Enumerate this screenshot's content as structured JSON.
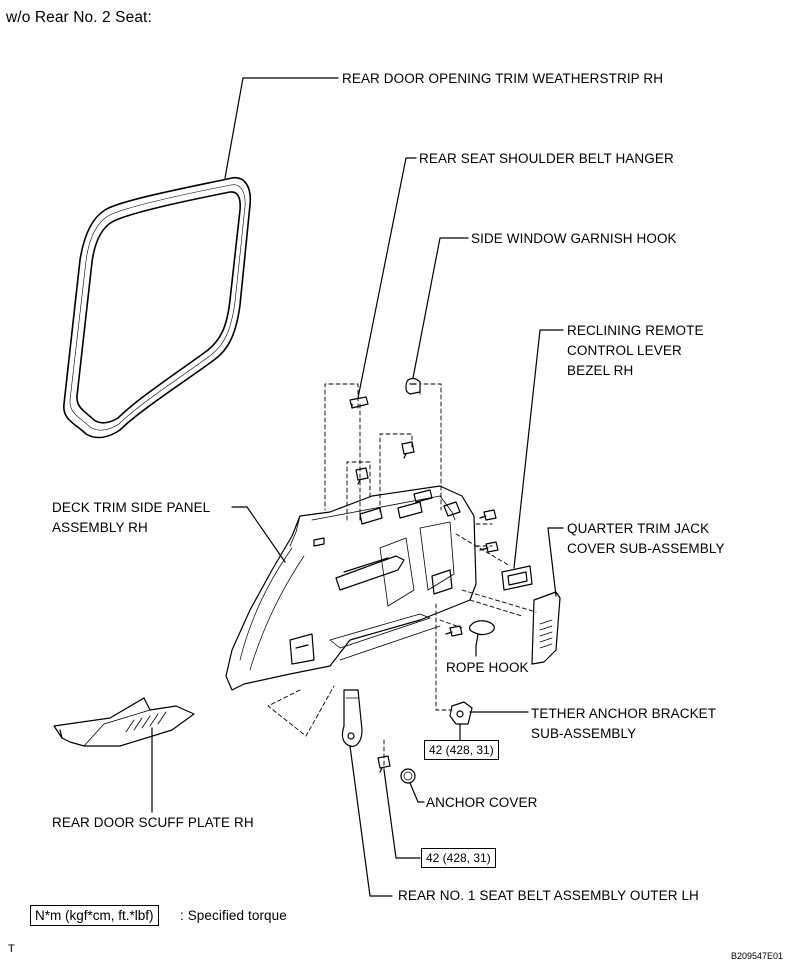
{
  "header": "w/o Rear No. 2 Seat:",
  "labels": {
    "weatherstrip": "REAR DOOR OPENING TRIM WEATHERSTRIP RH",
    "belt_hanger": "REAR SEAT SHOULDER BELT HANGER",
    "garnish_hook": "SIDE WINDOW GARNISH HOOK",
    "bezel_line1": "RECLINING REMOTE",
    "bezel_line2": "CONTROL LEVER",
    "bezel_line3": "BEZEL RH",
    "deck_line1": "DECK TRIM SIDE PANEL",
    "deck_line2": "ASSEMBLY RH",
    "jack_line1": "QUARTER TRIM JACK",
    "jack_line2": "COVER SUB-ASSEMBLY",
    "rope_hook": "ROPE HOOK",
    "tether_line1": "TETHER ANCHOR BRACKET",
    "tether_line2": "SUB-ASSEMBLY",
    "anchor_cover": "ANCHOR COVER",
    "scuff_plate": "REAR DOOR SCUFF PLATE RH",
    "seat_belt": "REAR NO. 1 SEAT BELT ASSEMBLY OUTER LH"
  },
  "torque": {
    "tether": "42 (428, 31)",
    "belt": "42 (428, 31)"
  },
  "legend": {
    "unit_box": "N*m (kgf*cm, ft.*lbf)",
    "text": ": Specified torque"
  },
  "footer": {
    "left_mark": "T",
    "code": "B209547E01"
  }
}
